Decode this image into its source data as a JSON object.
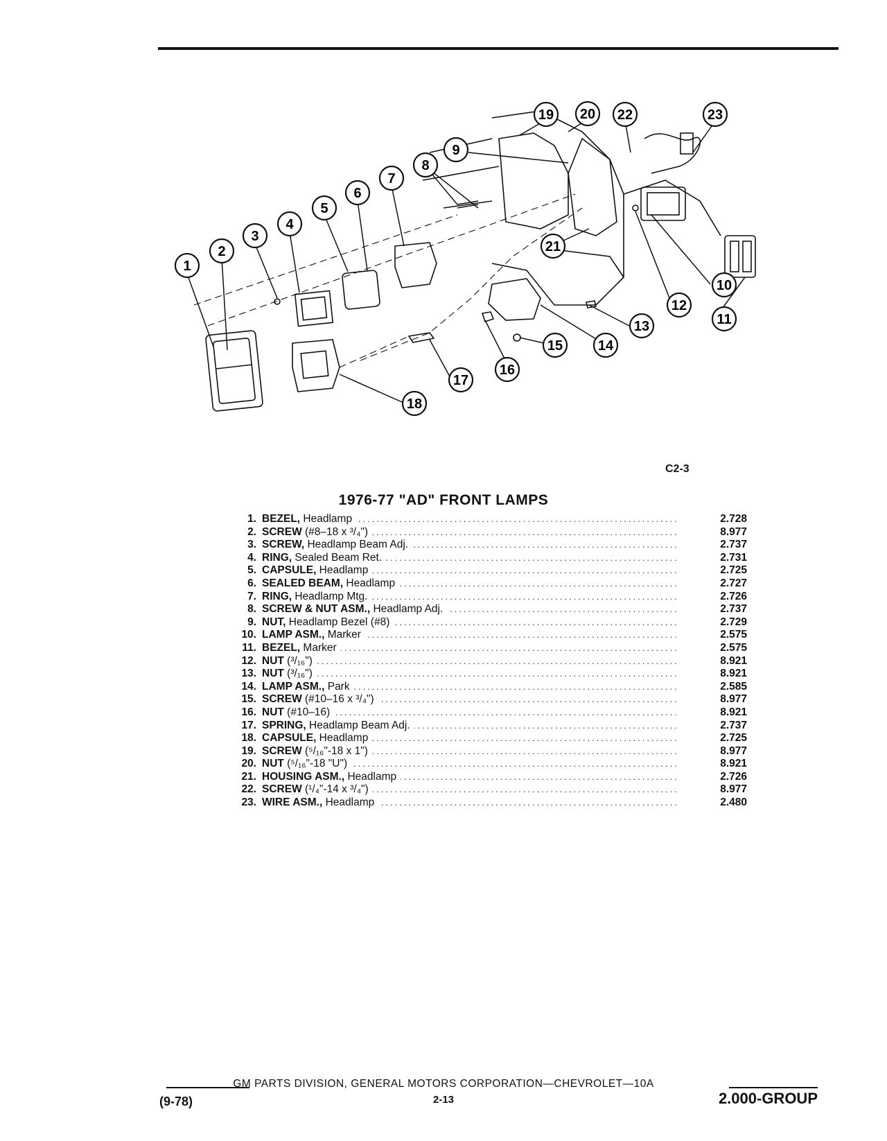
{
  "figure": {
    "code": "C2-3",
    "callouts": [
      "1",
      "2",
      "3",
      "4",
      "5",
      "6",
      "7",
      "8",
      "9",
      "10",
      "11",
      "12",
      "13",
      "14",
      "15",
      "16",
      "17",
      "18",
      "19",
      "20",
      "21",
      "22",
      "23"
    ]
  },
  "title": "1976-77 \"AD\" FRONT LAMPS",
  "parts": [
    {
      "num": "1.",
      "name": "BEZEL,",
      "desc": " Headlamp",
      "group": "2.728"
    },
    {
      "num": "2.",
      "name": "SCREW",
      "desc": " (#8–18 x ³/₄\")",
      "group": "8.977"
    },
    {
      "num": "3.",
      "name": "SCREW,",
      "desc": " Headlamp Beam Adj.",
      "group": "2.737"
    },
    {
      "num": "4.",
      "name": "RING,",
      "desc": " Sealed Beam Ret.",
      "group": "2.731"
    },
    {
      "num": "5.",
      "name": "CAPSULE,",
      "desc": " Headlamp",
      "group": "2.725"
    },
    {
      "num": "6.",
      "name": "SEALED BEAM,",
      "desc": " Headlamp",
      "group": "2.727"
    },
    {
      "num": "7.",
      "name": "RING,",
      "desc": " Headlamp Mtg.",
      "group": "2.726"
    },
    {
      "num": "8.",
      "name": "SCREW & NUT ASM.,",
      "desc": " Headlamp Adj.",
      "group": "2.737"
    },
    {
      "num": "9.",
      "name": "NUT,",
      "desc": " Headlamp Bezel (#8)",
      "group": "2.729"
    },
    {
      "num": "10.",
      "name": "LAMP ASM.,",
      "desc": " Marker",
      "group": "2.575"
    },
    {
      "num": "11.",
      "name": "BEZEL,",
      "desc": " Marker",
      "group": "2.575"
    },
    {
      "num": "12.",
      "name": "NUT",
      "desc": " (³/₁₆\")",
      "group": "8.921"
    },
    {
      "num": "13.",
      "name": "NUT",
      "desc": " (³/₁₆\")",
      "group": "8.921"
    },
    {
      "num": "14.",
      "name": "LAMP ASM.,",
      "desc": " Park",
      "group": "2.585"
    },
    {
      "num": "15.",
      "name": "SCREW",
      "desc": " (#10–16 x ³/₄\")",
      "group": "8.977"
    },
    {
      "num": "16.",
      "name": "NUT",
      "desc": " (#10–16)",
      "group": "8.921"
    },
    {
      "num": "17.",
      "name": "SPRING,",
      "desc": " Headlamp Beam Adj.",
      "group": "2.737"
    },
    {
      "num": "18.",
      "name": "CAPSULE,",
      "desc": " Headlamp",
      "group": "2.725"
    },
    {
      "num": "19.",
      "name": "SCREW",
      "desc": " (⁵/₁₆\"-18 x 1\")",
      "group": "8.977"
    },
    {
      "num": "20.",
      "name": "NUT",
      "desc": " (⁵/₁₆\"-18 \"U\")",
      "group": "8.921"
    },
    {
      "num": "21.",
      "name": "HOUSING ASM.,",
      "desc": " Headlamp",
      "group": "2.726"
    },
    {
      "num": "22.",
      "name": "SCREW",
      "desc": " (¹/₄\"-14 x ³/₄\")",
      "group": "8.977"
    },
    {
      "num": "23.",
      "name": "WIRE ASM.,",
      "desc": " Headlamp",
      "group": "2.480"
    }
  ],
  "footer": {
    "publisher": "GM PARTS DIVISION, GENERAL MOTORS CORPORATION—CHEVROLET—10A",
    "date": "(9-78)",
    "page": "2-13",
    "group": "2.000-GROUP"
  }
}
